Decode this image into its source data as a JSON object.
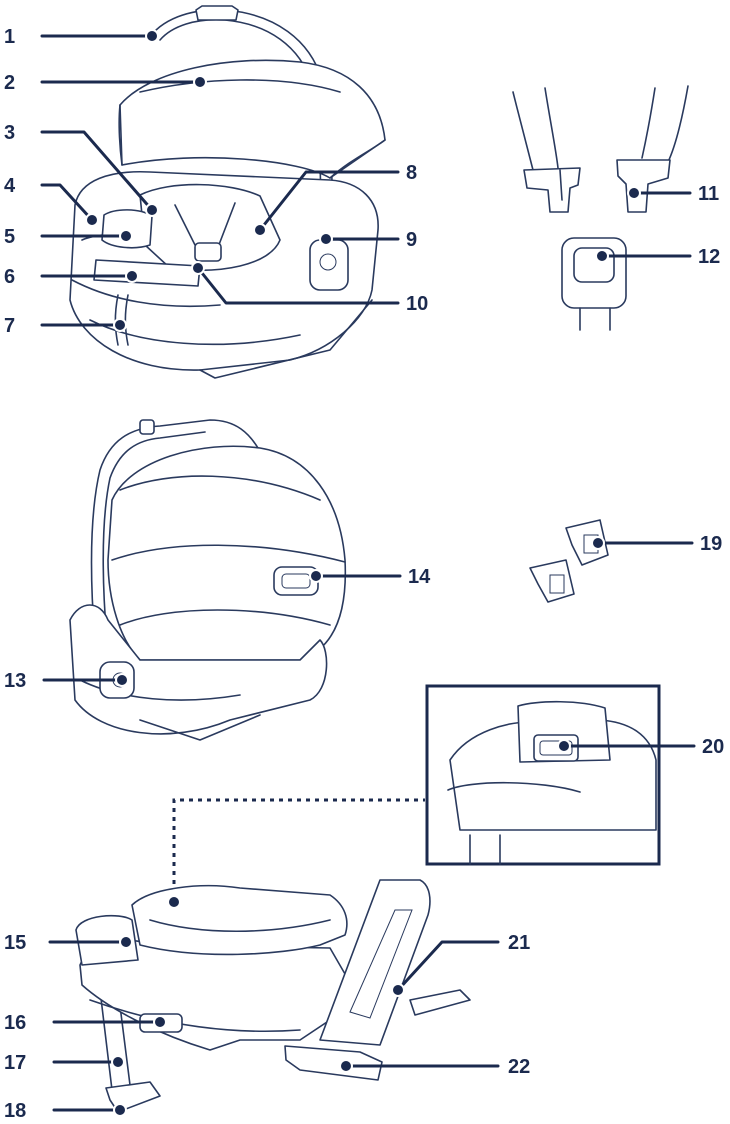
{
  "labels": {
    "l1": "1",
    "l2": "2",
    "l3": "3",
    "l4": "4",
    "l5": "5",
    "l6": "6",
    "l7": "7",
    "l8": "8",
    "l9": "9",
    "l10": "10",
    "l11": "11",
    "l12": "12",
    "l13": "13",
    "l14": "14",
    "l15": "15",
    "l16": "16",
    "l17": "17",
    "l18": "18",
    "l19": "19",
    "l20": "20",
    "l21": "21",
    "l22": "22"
  },
  "colors": {
    "ink": "#1b2a4e",
    "line": "#2a3a5e",
    "background": "#ffffff"
  }
}
